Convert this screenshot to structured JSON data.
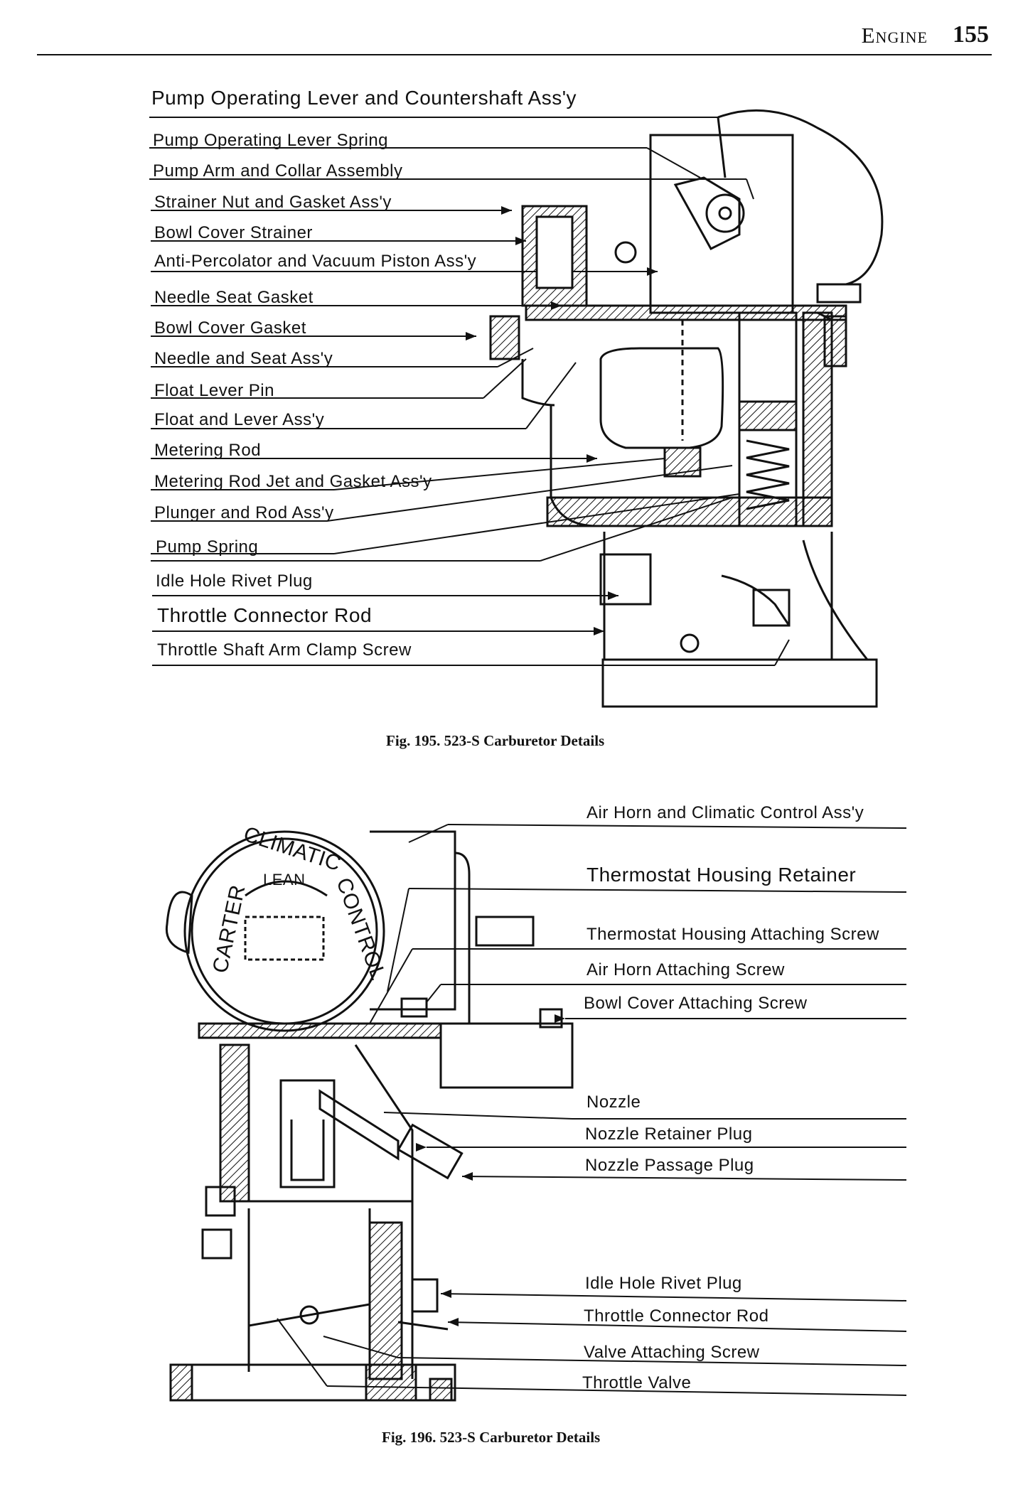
{
  "header": {
    "section": "Engine",
    "page": "155"
  },
  "fig195": {
    "caption": "Fig. 195. 523-S Carburetor Details",
    "labels": [
      "Pump Operating Lever and Countershaft Ass'y",
      "Pump Operating Lever Spring",
      "Pump Arm and Collar Assembly",
      "Strainer Nut and Gasket Ass'y",
      "Bowl Cover Strainer",
      "Anti-Percolator and Vacuum Piston Ass'y",
      "Needle Seat Gasket",
      "Bowl Cover Gasket",
      "Needle and Seat Ass'y",
      "Float Lever Pin",
      "Float and Lever Ass'y",
      "Metering Rod",
      "Metering Rod Jet and Gasket Ass'y",
      "Plunger and Rod Ass'y",
      "Pump Spring",
      "Idle Hole Rivet Plug",
      "Throttle Connector Rod",
      "Throttle Shaft Arm Clamp Screw"
    ]
  },
  "fig196": {
    "caption": "Fig. 196. 523-S Carburetor Details",
    "labels": [
      "Air Horn and Climatic Control Ass'y",
      "Thermostat Housing Retainer",
      "Thermostat Housing Attaching Screw",
      "Air Horn Attaching Screw",
      "Bowl Cover Attaching Screw",
      "Nozzle",
      "Nozzle Retainer Plug",
      "Nozzle Passage Plug",
      "Idle Hole Rivet Plug",
      "Throttle Connector Rod",
      "Valve Attaching Screw",
      "Throttle Valve"
    ],
    "dial": {
      "top": "CLIMATIC",
      "left": "CARTER",
      "right": "CONTROL",
      "inner": "LEAN"
    }
  }
}
